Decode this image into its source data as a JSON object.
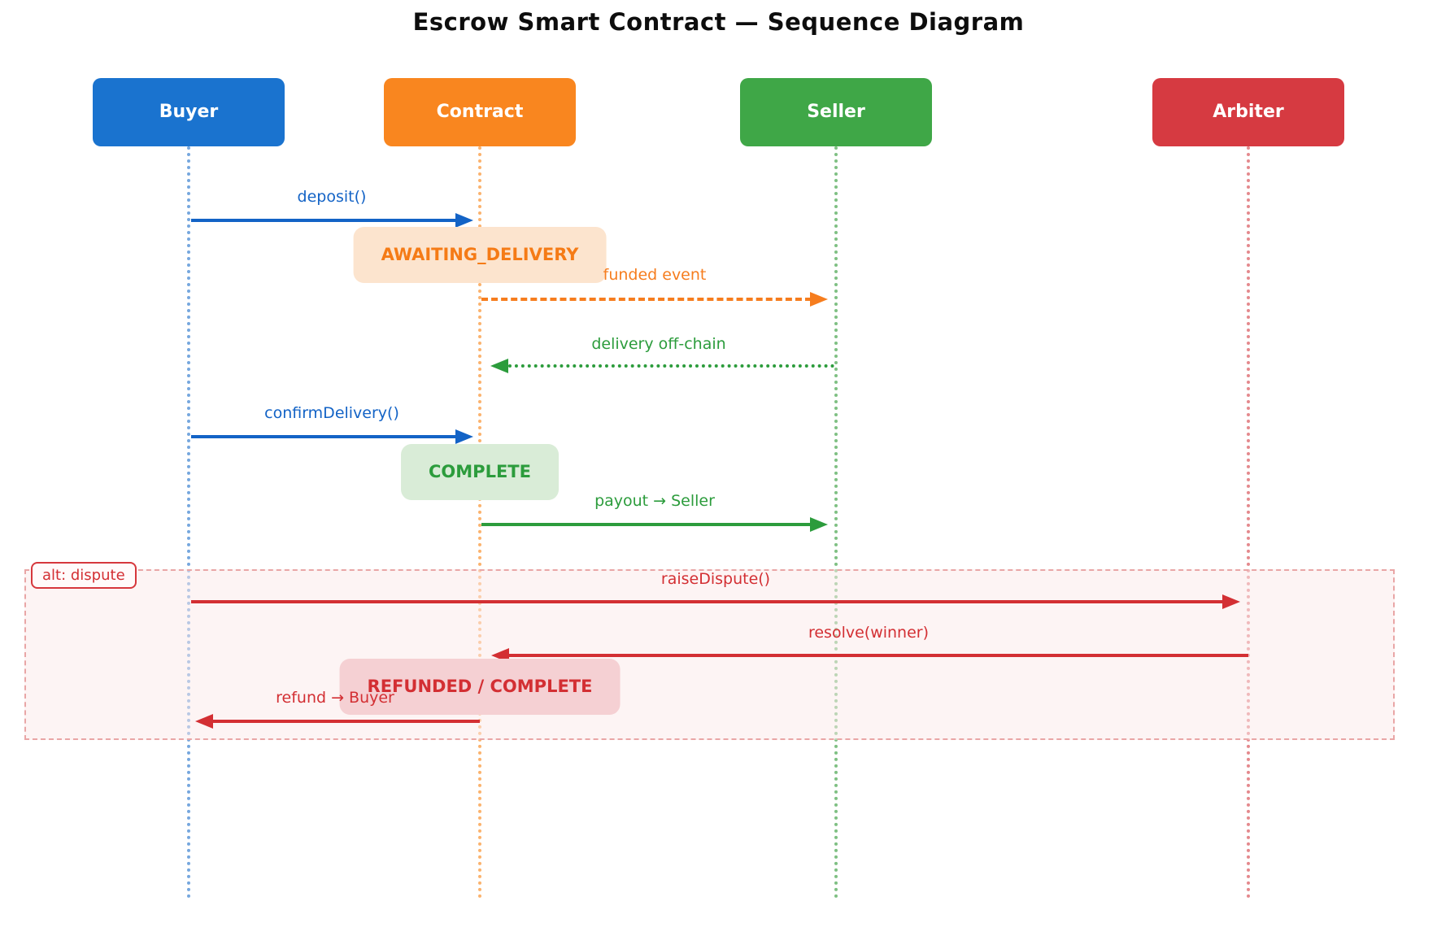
{
  "title": "Escrow Smart Contract — Sequence Diagram",
  "actors": [
    {
      "name": "Buyer",
      "color": "#1a73cf"
    },
    {
      "name": "Contract",
      "color": "#f9861f"
    },
    {
      "name": "Seller",
      "color": "#3fa747"
    },
    {
      "name": "Arbiter",
      "color": "#d63a41"
    }
  ],
  "messages": [
    {
      "label": "deposit()",
      "from": "Buyer",
      "to": "Contract",
      "line_style": "solid",
      "color": "#1363c6"
    },
    {
      "label": "funded event",
      "from": "Contract",
      "to": "Seller",
      "line_style": "dashed",
      "color": "#f67d1e"
    },
    {
      "label": "delivery off-chain",
      "from": "Seller",
      "to": "Contract",
      "line_style": "dotted",
      "color": "#2c9c3c"
    },
    {
      "label": "confirmDelivery()",
      "from": "Buyer",
      "to": "Contract",
      "line_style": "solid",
      "color": "#1363c6"
    },
    {
      "label": "payout → Seller",
      "from": "Contract",
      "to": "Seller",
      "line_style": "solid",
      "color": "#2c9c3c"
    },
    {
      "label": "raiseDispute()",
      "from": "Buyer",
      "to": "Arbiter",
      "line_style": "solid",
      "color": "#d32f33"
    },
    {
      "label": "resolve(winner)",
      "from": "Arbiter",
      "to": "Contract",
      "line_style": "solid",
      "color": "#d32f33"
    },
    {
      "label": "refund → Buyer",
      "from": "Contract",
      "to": "Buyer",
      "line_style": "solid",
      "color": "#d32f33"
    }
  ],
  "states": [
    {
      "label": "AWAITING_DELIVERY",
      "text_color": "#f57b16",
      "bg_color": "#fce4ce"
    },
    {
      "label": "COMPLETE",
      "text_color": "#2c9c3c",
      "bg_color": "#d9ecd7"
    },
    {
      "label": "REFUNDED / COMPLETE",
      "text_color": "#d32f33",
      "bg_color": "#f5d0d3"
    }
  ],
  "alt_frame": {
    "label": "alt: dispute",
    "border_color": "#e9a6a6",
    "label_color": "#d32f33"
  }
}
